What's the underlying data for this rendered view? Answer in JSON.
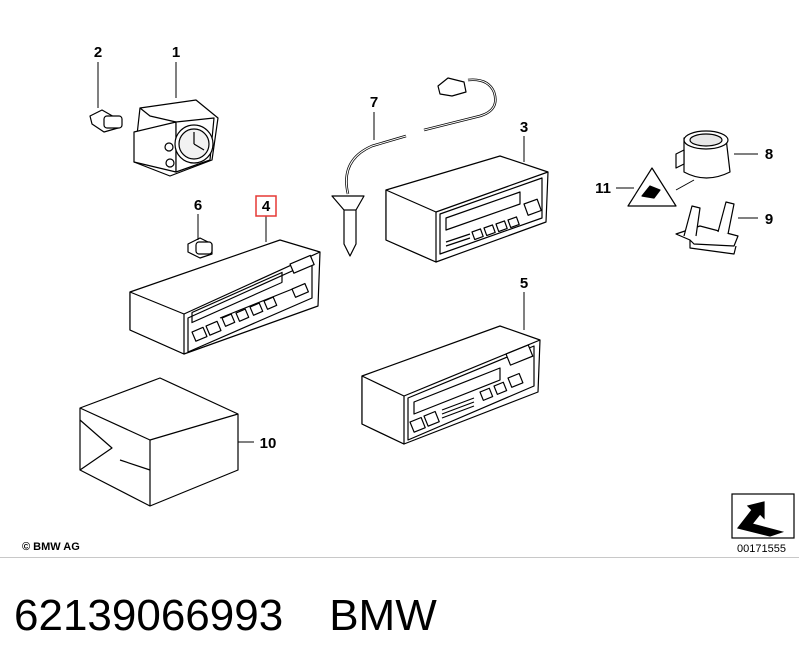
{
  "diagram": {
    "part_labels": [
      "1",
      "2",
      "3",
      "4",
      "5",
      "6",
      "7",
      "8",
      "9",
      "10",
      "11"
    ],
    "highlighted_label": "4",
    "highlight_color": "#e53935",
    "copyright": "© BMW AG",
    "diagram_id": "00171555"
  },
  "footer": {
    "part_number": "62139066993",
    "brand": "BMW"
  }
}
